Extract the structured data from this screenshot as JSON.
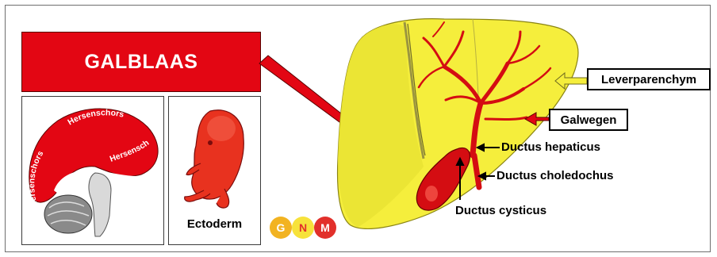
{
  "title": "GALBLAAS",
  "brain_labels": [
    "Hersenschors",
    "Hersenschors",
    "Hersenschors"
  ],
  "embryo_label": "Ectoderm",
  "logo_letters": [
    "G",
    "N",
    "M"
  ],
  "callouts": {
    "leverparenchym": "Leverparenchym",
    "galwegen": "Galwegen"
  },
  "labels": {
    "ductus_hepaticus": "Ductus hepaticus",
    "ductus_choledochus": "Ductus choledochus",
    "ductus_cysticus": "Ductus cysticus"
  },
  "colors": {
    "accent_red": "#e30613",
    "liver_yellow": "#f5ee3c",
    "logo_g": "#f2b321",
    "logo_n": "#f7e23b",
    "logo_m": "#e2302b"
  },
  "icons": [
    "brain-icon",
    "embryo-icon",
    "liver-illustration",
    "gallbladder-icon",
    "pointer-arrow-icon"
  ]
}
